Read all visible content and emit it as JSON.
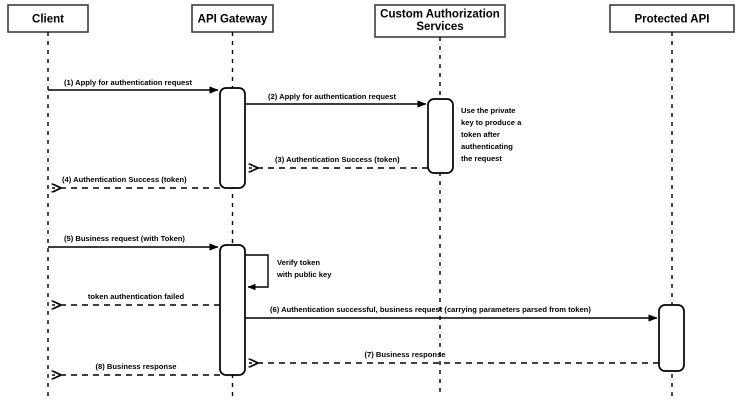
{
  "diagram": {
    "title": "API Gateway token authentication sequence",
    "type": "uml-sequence-diagram",
    "background_color": "#ffffff",
    "line_color": "#000000",
    "box_stroke_color": "#3d3d3d"
  },
  "participants": [
    {
      "id": "client",
      "label": "Client",
      "label_line1": "Client",
      "label_line2": ""
    },
    {
      "id": "gateway",
      "label": "API Gateway",
      "label_line1": "API Gateway",
      "label_line2": ""
    },
    {
      "id": "authsvc",
      "label": "Custom Authorization Services",
      "label_line1": "Custom Authorization",
      "label_line2": "Services"
    },
    {
      "id": "api",
      "label": "Protected API",
      "label_line1": "Protected API",
      "label_line2": ""
    }
  ],
  "messages": [
    {
      "seq": "1",
      "label": "(1) Apply for authentication request",
      "from": "client",
      "to": "gateway",
      "style": "solid",
      "direction": "right"
    },
    {
      "seq": "2",
      "label": "(2) Apply for authentication request",
      "from": "gateway",
      "to": "authsvc",
      "style": "solid",
      "direction": "right"
    },
    {
      "seq": "3",
      "label": "(3) Authentication Success (token)",
      "from": "authsvc",
      "to": "gateway",
      "style": "dashed",
      "direction": "left"
    },
    {
      "seq": "4",
      "label": "(4) Authentication Success (token)",
      "from": "gateway",
      "to": "client",
      "style": "dashed",
      "direction": "left"
    },
    {
      "seq": "5",
      "label": "(5) Business request (with Token)",
      "from": "client",
      "to": "gateway",
      "style": "solid",
      "direction": "right"
    },
    {
      "seq": "",
      "label": "token authentication failed",
      "from": "gateway",
      "to": "client",
      "style": "dashed",
      "direction": "left"
    },
    {
      "seq": "6",
      "label": "(6) Authentication successful, business request (carrying parameters parsed from token)",
      "from": "gateway",
      "to": "api",
      "style": "solid",
      "direction": "right"
    },
    {
      "seq": "7",
      "label": "(7) Business response",
      "from": "api",
      "to": "gateway",
      "style": "dashed",
      "direction": "left"
    },
    {
      "seq": "8",
      "label": "(8) Business response",
      "from": "gateway",
      "to": "client",
      "style": "dashed",
      "direction": "left"
    }
  ],
  "notes": [
    {
      "id": "private-key-note",
      "owner": "authsvc",
      "lines": [
        "Use the private",
        "key to produce a",
        "token after",
        "authenticating",
        "the request"
      ]
    }
  ],
  "self_messages": [
    {
      "id": "verify-token-selfloop",
      "owner": "gateway",
      "lines": [
        "Verify token",
        "with public key"
      ]
    }
  ]
}
